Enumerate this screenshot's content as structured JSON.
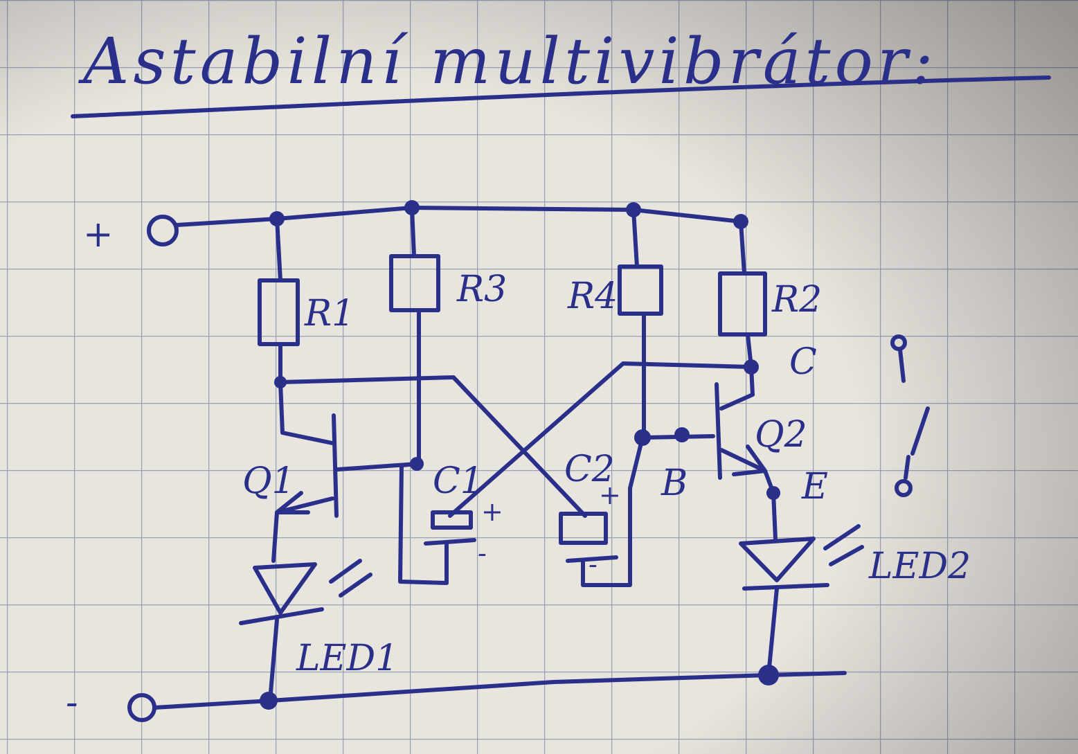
{
  "title": "Astabilní multivibrátor:",
  "rails": {
    "positive": "+",
    "negative": "-"
  },
  "components": {
    "r1": "R1",
    "r2": "R2",
    "r3": "R3",
    "r4": "R4",
    "c1": "C1",
    "c2": "C2",
    "c1_plus": "+",
    "c1_minus": "-",
    "c2_plus": "+",
    "c2_minus": "-",
    "q1": "Q1",
    "q2": "Q2",
    "led1": "LED1",
    "led2": "LED2"
  },
  "pins": {
    "collector": "C",
    "base": "B",
    "emitter": "E"
  },
  "colors": {
    "ink": "#2a2f8a",
    "paper": "#e8e4de",
    "grid": "#9aa0b8"
  }
}
